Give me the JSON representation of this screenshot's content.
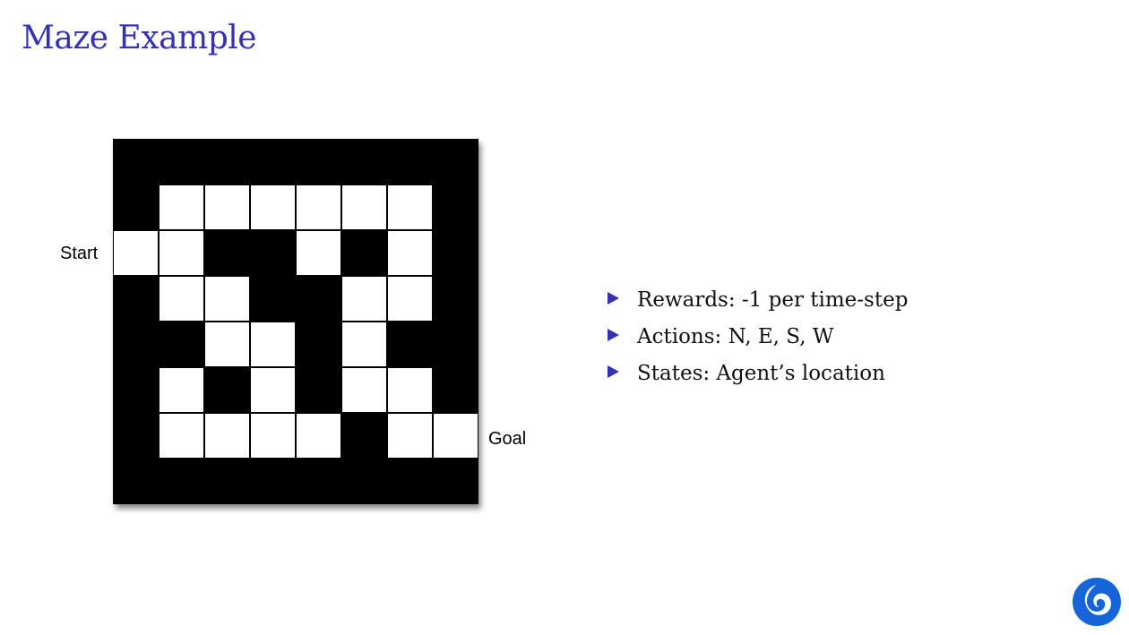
{
  "slide": {
    "title": "Maze Example"
  },
  "maze": {
    "start_label": "Start",
    "goal_label": "Goal",
    "rows": 8,
    "cols": 8,
    "open_cells": [
      [
        1,
        1
      ],
      [
        1,
        2
      ],
      [
        1,
        3
      ],
      [
        1,
        4
      ],
      [
        1,
        5
      ],
      [
        1,
        6
      ],
      [
        2,
        0
      ],
      [
        2,
        1
      ],
      [
        2,
        4
      ],
      [
        2,
        6
      ],
      [
        3,
        1
      ],
      [
        3,
        2
      ],
      [
        3,
        5
      ],
      [
        3,
        6
      ],
      [
        4,
        2
      ],
      [
        4,
        3
      ],
      [
        4,
        5
      ],
      [
        5,
        1
      ],
      [
        5,
        3
      ],
      [
        5,
        5
      ],
      [
        5,
        6
      ],
      [
        6,
        1
      ],
      [
        6,
        2
      ],
      [
        6,
        3
      ],
      [
        6,
        4
      ],
      [
        6,
        6
      ],
      [
        6,
        7
      ]
    ],
    "wall_color": "#000000",
    "open_color": "#ffffff"
  },
  "bullets": [
    {
      "text": "Rewards: -1 per time-step"
    },
    {
      "text": "Actions: N, E, S, W"
    },
    {
      "text": "States: Agent’s location"
    }
  ],
  "colors": {
    "accent": "#3333b2",
    "logo": "#1565d8"
  },
  "logo": {
    "icon": "deepmind-logo-icon"
  }
}
